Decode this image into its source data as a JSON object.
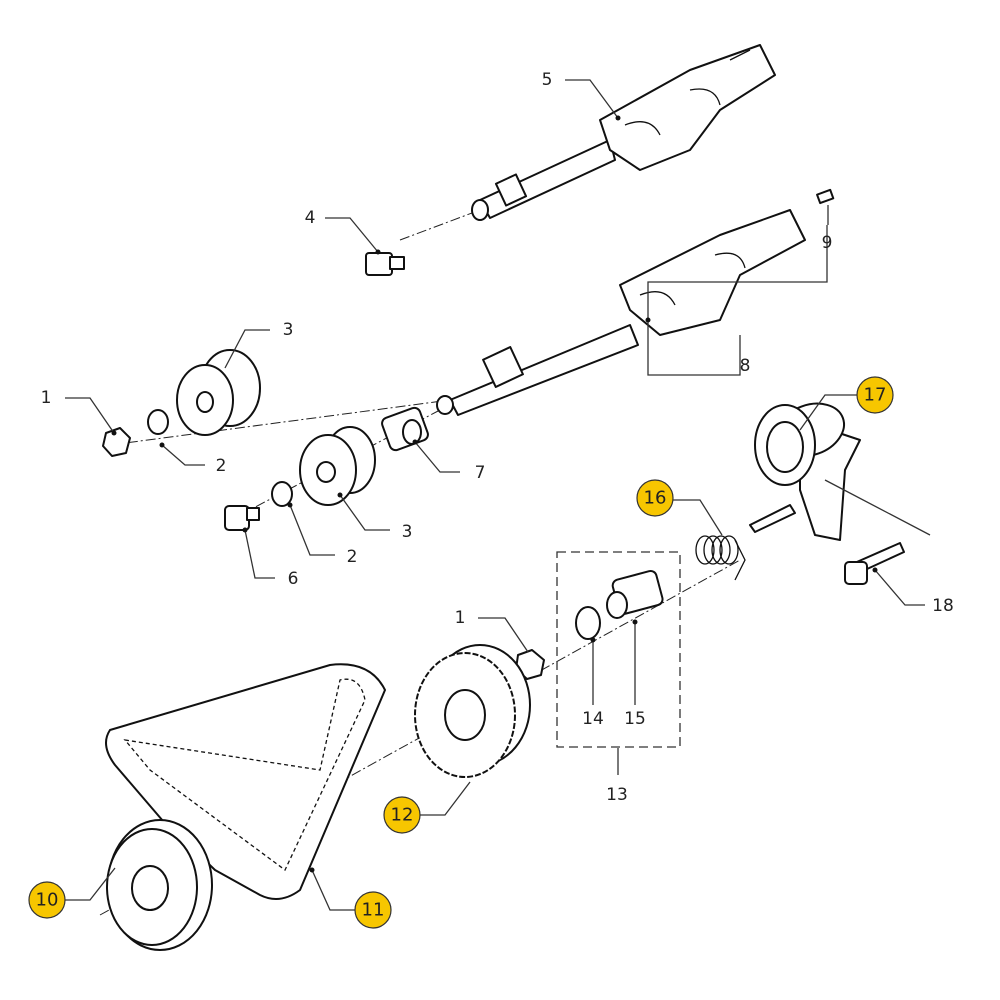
{
  "diagram": {
    "title": "Timing belt and camshaft exploded parts diagram",
    "highlight_color": "#F7C600",
    "callouts": {
      "c1a": "1",
      "c1b": "1",
      "c2a": "2",
      "c2b": "2",
      "c3a": "3",
      "c3b": "3",
      "c4": "4",
      "c5": "5",
      "c6": "6",
      "c7": "7",
      "c8": "8",
      "c9": "9",
      "c10": "10",
      "c11": "11",
      "c12": "12",
      "c13": "13",
      "c14": "14",
      "c15": "15",
      "c16": "16",
      "c17": "17",
      "c18": "18"
    }
  }
}
